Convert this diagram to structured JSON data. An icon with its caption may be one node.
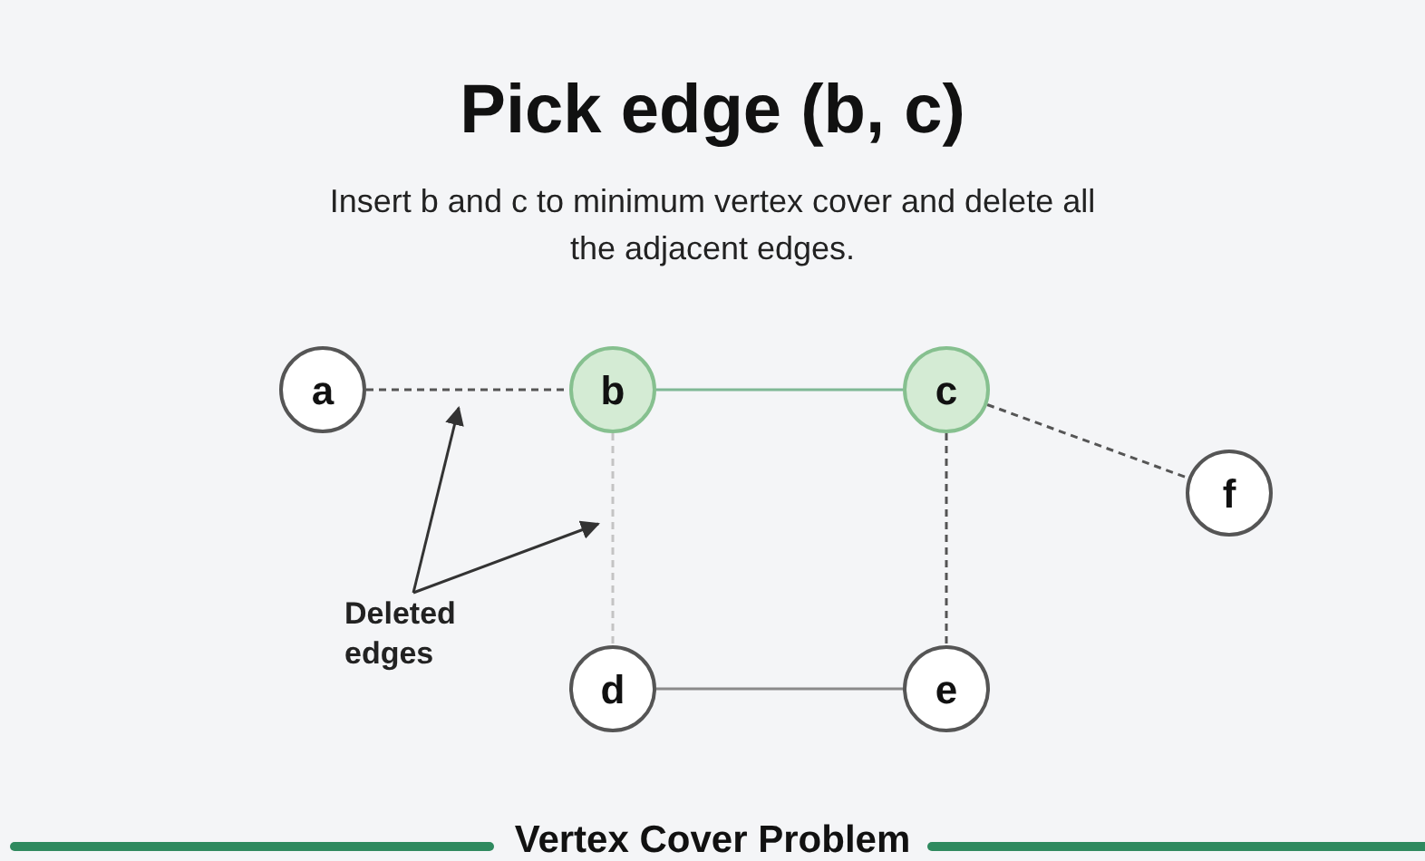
{
  "diagram": {
    "title": "Pick edge (b, c)",
    "nodes": [
      {
        "text": [
          "a"
        ]
      },
      {
        "text": [
          "b"
        ]
      },
      {
        "text": [
          "c"
        ]
      },
      {
        "text": [
          "f"
        ]
      },
      {
        "text": [
          "d"
        ]
      },
      {
        "text": [
          "e"
        ]
      },
      {
        "text": [
          "Deleted edges"
        ]
      }
    ],
    "edges": [
      {
        "from": 0,
        "to": 1,
        "arrow": "none",
        "style": "dashed"
      },
      {
        "from": 1,
        "to": 2,
        "arrow": "none",
        "color": "#7fb895"
      },
      {
        "from": 2,
        "to": 3,
        "arrow": "none",
        "style": "dashed"
      },
      {
        "from": 1,
        "to": 4,
        "arrow": "none",
        "style": "dashed",
        "color": "#c4c4c4"
      },
      {
        "from": 2,
        "to": 5,
        "arrow": "none",
        "style": "dashed"
      },
      {
        "from": 4,
        "to": 5,
        "arrow": "none",
        "color": "#8a8a8a"
      },
      {
        "from": 6,
        "to": null,
        "arrow": "to",
        "color": "#333333"
      },
      {
        "from": 6,
        "to": null,
        "arrow": "to",
        "color": "#333333"
      }
    ],
    "labels": [
      "Insert b and c to minimum vertex cover and delete all the adjacent edges.",
      "Vertex Cover Problem"
    ]
  }
}
